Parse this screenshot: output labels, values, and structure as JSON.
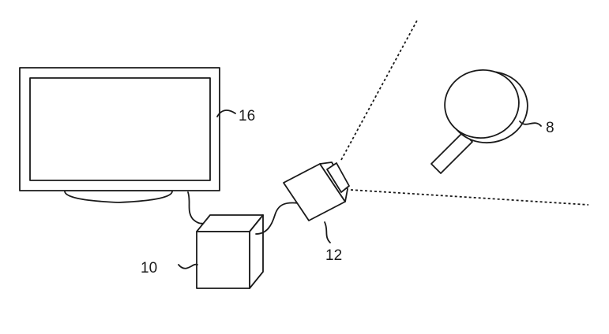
{
  "labels": {
    "display": "16",
    "console": "10",
    "camera": "12",
    "controller": "8"
  }
}
